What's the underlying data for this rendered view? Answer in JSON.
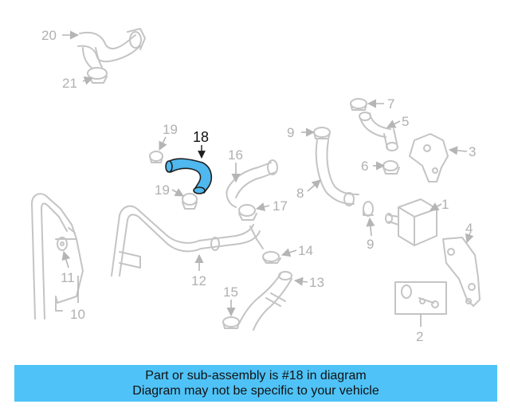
{
  "diagram": {
    "highlight_color": "#4fb8ee",
    "highlighted_callout": "18",
    "callouts": {
      "c1": "1",
      "c2": "2",
      "c3": "3",
      "c4": "4",
      "c5": "5",
      "c6": "6",
      "c7": "7",
      "c8": "8",
      "c9a": "9",
      "c9b": "9",
      "c10": "10",
      "c11": "11",
      "c12": "12",
      "c13": "13",
      "c14": "14",
      "c15": "15",
      "c16": "16",
      "c17": "17",
      "c18": "18",
      "c19a": "19",
      "c19b": "19",
      "c20": "20",
      "c21": "21"
    }
  },
  "banner": {
    "color": "#4fc3f7",
    "line1": "Part or sub-assembly is #18 in diagram",
    "line2": "Diagram may not be specific to your vehicle"
  }
}
